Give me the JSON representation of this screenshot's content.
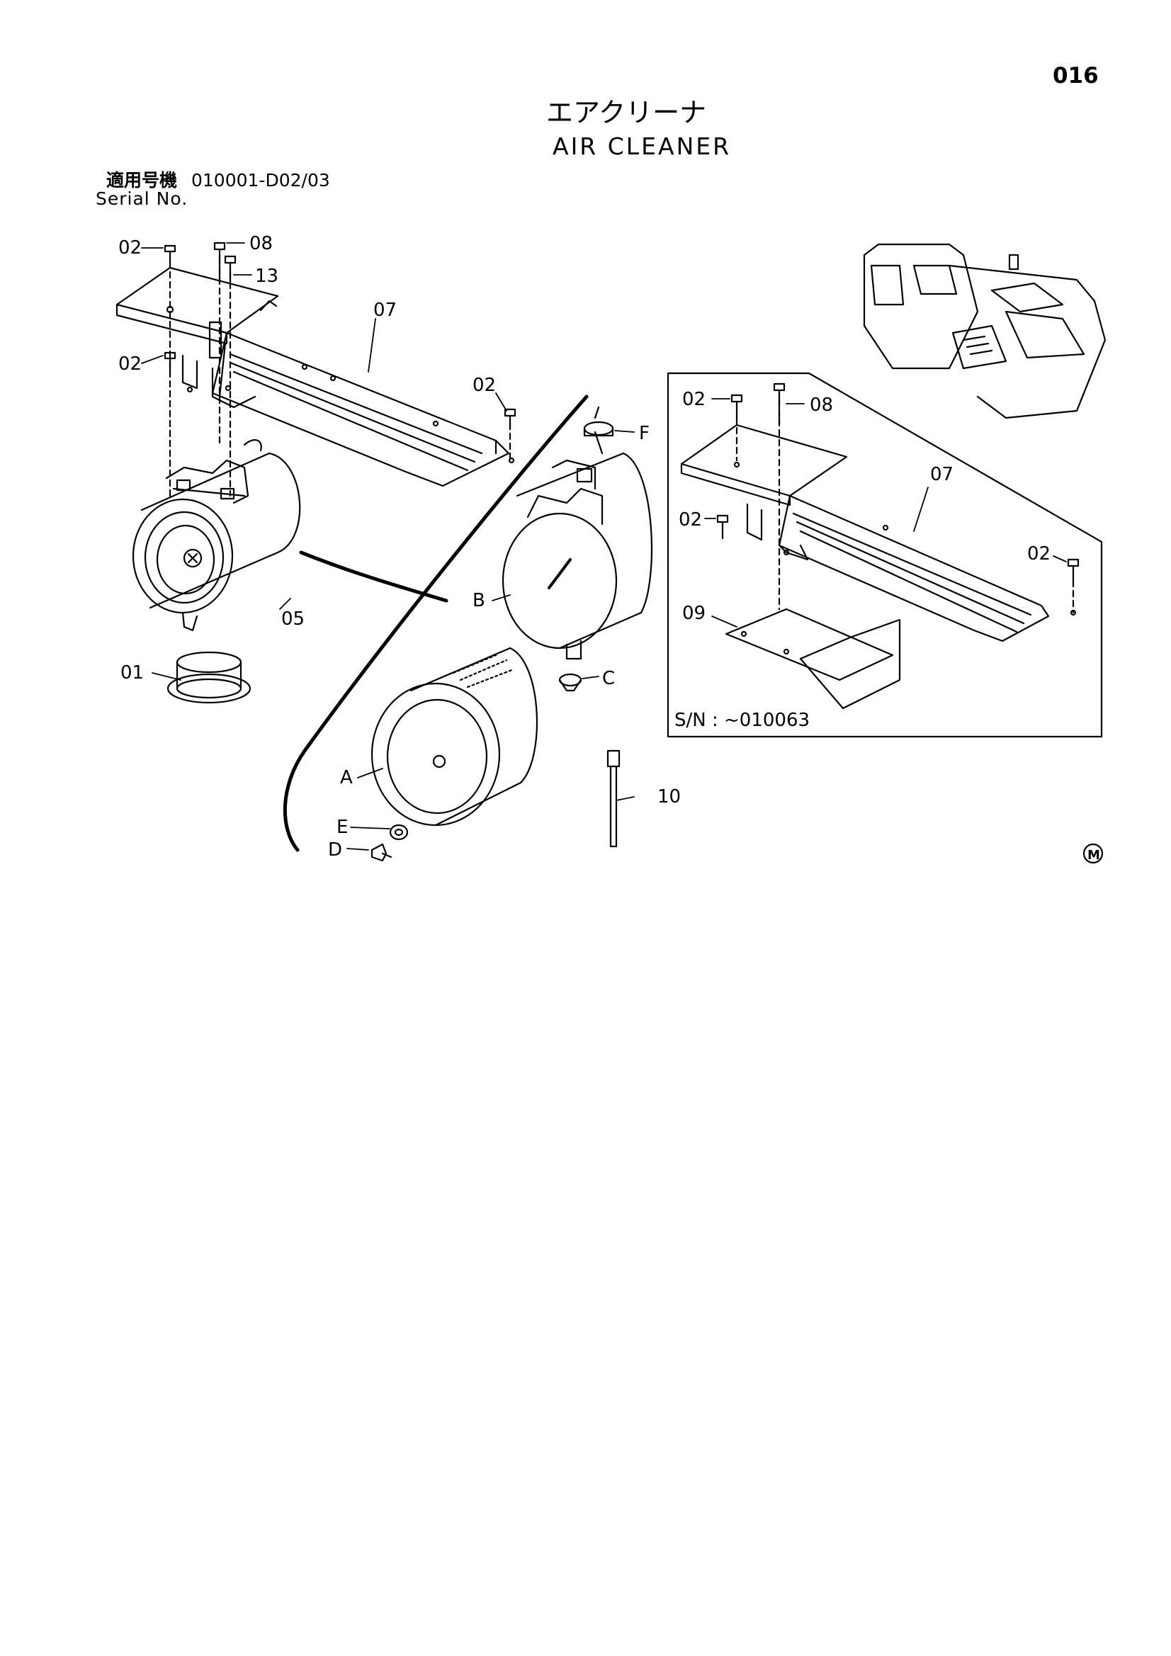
{
  "page": {
    "number": "016",
    "title_jp": "エアクリーナ",
    "title_en": "AIR CLEANER",
    "serial_label_jp": "適用号機",
    "serial_range": "010001-D02/03",
    "serial_label_en": "Serial No.",
    "maker_mark": "M"
  },
  "main_assembly": {
    "callouts": [
      "02",
      "08",
      "13",
      "07",
      "02",
      "02",
      "05",
      "01"
    ]
  },
  "element_breakdown": {
    "callouts": [
      "F",
      "B",
      "C",
      "A",
      "E",
      "D"
    ]
  },
  "inset": {
    "callouts": [
      "02",
      "08",
      "07",
      "02",
      "02",
      "09"
    ],
    "serial_note": "S/N :  ~010063"
  },
  "loose_parts": {
    "callouts": [
      "10"
    ]
  }
}
